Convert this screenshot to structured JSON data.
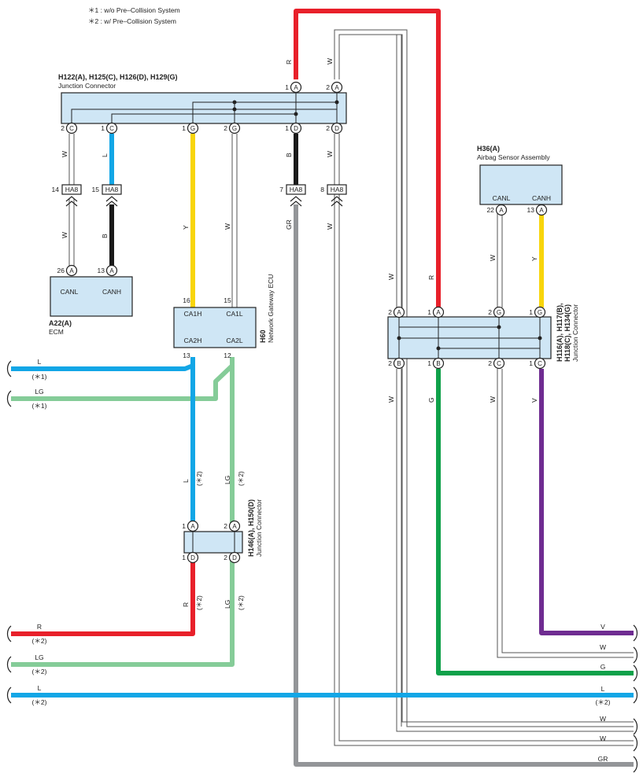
{
  "notes": [
    "＊1 : w/o Pre–Collision System",
    "＊2 : w/ Pre–Collision System"
  ],
  "connectors": {
    "top_jc": {
      "code": "H122(A), H125(C), H126(D), H129(G)",
      "name": "Junction Connector"
    },
    "airbag": {
      "code": "H36(A)",
      "name": "Airbag Sensor Assembly",
      "canl": "CANL",
      "canh": "CANH",
      "pin_l": "22",
      "pin_h": "13"
    },
    "ecm": {
      "code": "A22(A)",
      "name": "ECM",
      "canl": "CANL",
      "canh": "CANH",
      "pin_l": "26",
      "pin_h": "13"
    },
    "gateway": {
      "code": "H60",
      "name": "Network Gateway ECU",
      "ca1h": "CA1H",
      "ca1l": "CA1L",
      "ca2h": "CA2H",
      "ca2l": "CA2L",
      "p16": "16",
      "p15": "15",
      "p13": "13",
      "p12": "12"
    },
    "right_jc": {
      "line1": "H116(A), H117(B),",
      "line2": "H118(C), H134(G)",
      "name": "Junction Connector"
    },
    "mid_jc": {
      "code": "H146(A), H150(D)",
      "name": "Junction Connector"
    },
    "ha8": "HA8"
  },
  "pins": {
    "top_jc_top": [
      {
        "n": "1",
        "l": "A"
      },
      {
        "n": "2",
        "l": "A"
      }
    ],
    "top_jc_bottom": [
      {
        "n": "2",
        "l": "C"
      },
      {
        "n": "1",
        "l": "C"
      },
      {
        "n": "1",
        "l": "G"
      },
      {
        "n": "2",
        "l": "G"
      },
      {
        "n": "1",
        "l": "D"
      },
      {
        "n": "2",
        "l": "D"
      }
    ],
    "ha8_nums": [
      "14",
      "15",
      "7",
      "8"
    ],
    "right_jc_top": [
      {
        "n": "2",
        "l": "A"
      },
      {
        "n": "1",
        "l": "A"
      },
      {
        "n": "2",
        "l": "G"
      },
      {
        "n": "1",
        "l": "G"
      }
    ],
    "right_jc_bottom": [
      {
        "n": "2",
        "l": "B"
      },
      {
        "n": "1",
        "l": "B"
      },
      {
        "n": "2",
        "l": "C"
      },
      {
        "n": "1",
        "l": "C"
      }
    ],
    "mid_jc_top": [
      {
        "n": "1",
        "l": "A"
      },
      {
        "n": "2",
        "l": "A"
      }
    ],
    "mid_jc_bottom": [
      {
        "n": "1",
        "l": "D"
      },
      {
        "n": "2",
        "l": "D"
      }
    ],
    "a": "A"
  },
  "wire_labels": {
    "r": "R",
    "w": "W",
    "l": "L",
    "b": "B",
    "y": "Y",
    "gr": "GR",
    "lg": "LG",
    "g": "G",
    "v": "V",
    "n1": "(＊1)",
    "n2": "(＊2)"
  },
  "colors": {
    "red": "#e8202a",
    "blue": "#12a6e6",
    "black": "#1a1a1a",
    "yellow": "#f8d50c",
    "gray": "#939598",
    "lightgreen": "#85cc98",
    "green": "#0fa14a",
    "violet": "#6f2c91",
    "white_wire": "#ffffff",
    "box": "#cfe6f5"
  }
}
